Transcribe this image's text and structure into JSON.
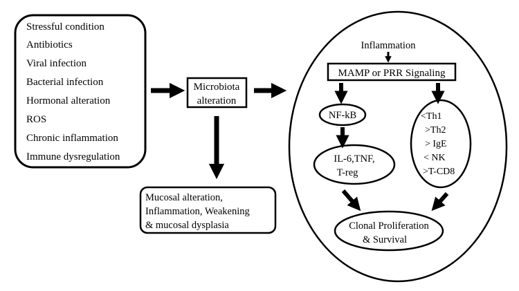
{
  "causes": {
    "items": [
      "Stressful condition",
      "Antibiotics",
      "Viral infection",
      "Bacterial infection",
      "Hormonal alteration",
      "ROS",
      "Chronic inflammation",
      "Immune dysregulation"
    ]
  },
  "microbiota": {
    "line1": "Microbiota",
    "line2": "alteration"
  },
  "mucosal": {
    "line1": "Mucosal alteration,",
    "line2": "Inflammation, Weakening",
    "line3": "& mucosal dysplasia"
  },
  "pathway": {
    "inflammation": "Inflammation",
    "signaling": "MAMP or PRR Signaling",
    "nfkb": "NF-kB",
    "cytokines": {
      "line1": "IL-6,TNF,",
      "line2": "T-reg"
    },
    "immune": [
      "<Th1",
      ">Th2",
      "> IgE",
      "< NK",
      ">T-CD8"
    ],
    "outcome": {
      "line1": "Clonal Proliferation",
      "line2": "& Survival"
    }
  }
}
